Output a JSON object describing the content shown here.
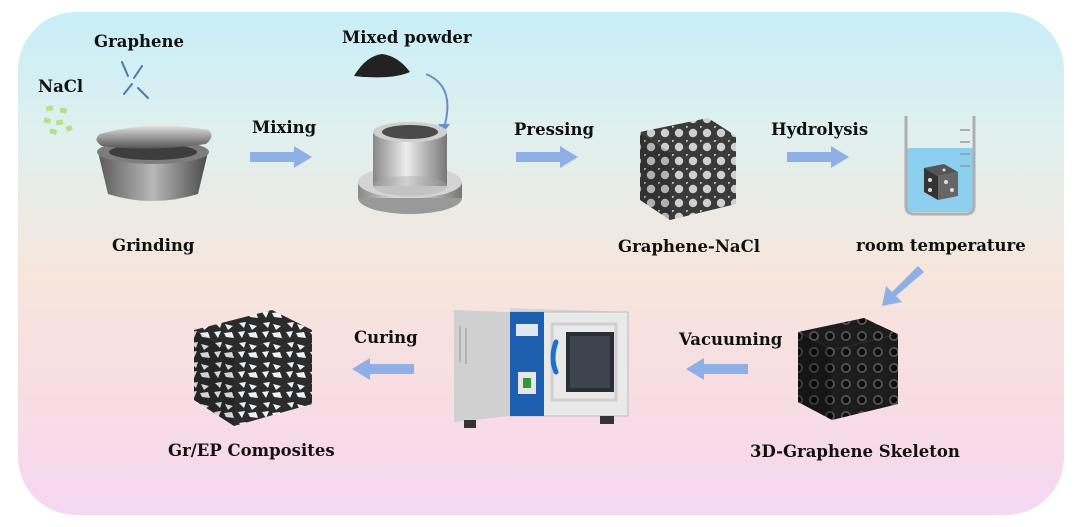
{
  "labels": {
    "graphene": "Graphene",
    "nacl": "NaCl",
    "mixed_powder": "Mixed powder",
    "grinding": "Grinding",
    "mixing": "Mixing",
    "pressing": "Pressing",
    "hydrolysis": "Hydrolysis",
    "graphene_nacl": "Graphene-NaCl",
    "room_temperature": "room temperature",
    "vacuuming": "Vacuuming",
    "curing": "Curing",
    "skeleton": "3D-Graphene Skeleton",
    "composites": "Gr/EP Composites"
  },
  "colors": {
    "arrow": "#8fb0e6",
    "panel_top": "#c8eef8",
    "panel_bottom": "#f5d8f2",
    "oven_blue": "#1f5fb0"
  }
}
